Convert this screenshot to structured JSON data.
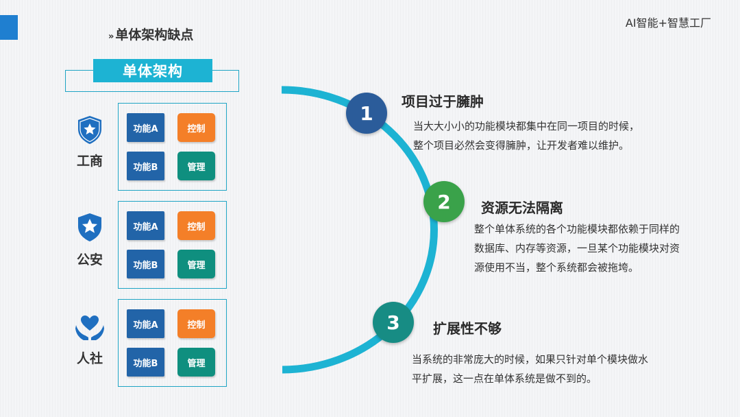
{
  "header": {
    "brand": "AI智能+智慧工厂",
    "title": "单体架构缺点",
    "title_mark": "»"
  },
  "architecture": {
    "header": "单体架构",
    "groups": [
      {
        "name": "工商",
        "icon": "police-shield-icon",
        "tiles": [
          "功能A",
          "控制",
          "功能B",
          "管理"
        ]
      },
      {
        "name": "公安",
        "icon": "star-shield-icon",
        "tiles": [
          "功能A",
          "控制",
          "功能B",
          "管理"
        ]
      },
      {
        "name": "人社",
        "icon": "heart-hands-icon",
        "tiles": [
          "功能A",
          "控制",
          "功能B",
          "管理"
        ]
      }
    ]
  },
  "points": [
    {
      "number": "1",
      "title": "项目过于臃肿",
      "lines": [
        "当大大小小的功能模块都集中在同一项目的时候，",
        "整个项目必然会变得臃肿，让开发者难以维护。"
      ],
      "color": "#2b5c9a"
    },
    {
      "number": "2",
      "title": "资源无法隔离",
      "lines": [
        "整个单体系统的各个功能模块都依赖于同样的",
        "数据库、内存等资源，一旦某个功能模块对资",
        "源使用不当，整个系统都会被拖垮。"
      ],
      "color": "#3aa24a"
    },
    {
      "number": "3",
      "title": "扩展性不够",
      "lines": [
        "当系统的非常庞大的时候，如果只针对单个模块做水",
        "平扩展，这一点在单体系统是做不到的。"
      ],
      "color": "#178c84"
    }
  ],
  "colors": {
    "accent": "#1db3d3",
    "blue_tile": "#2264a8",
    "orange_tile": "#f47f28",
    "teal_tile": "#0f8f7f"
  }
}
